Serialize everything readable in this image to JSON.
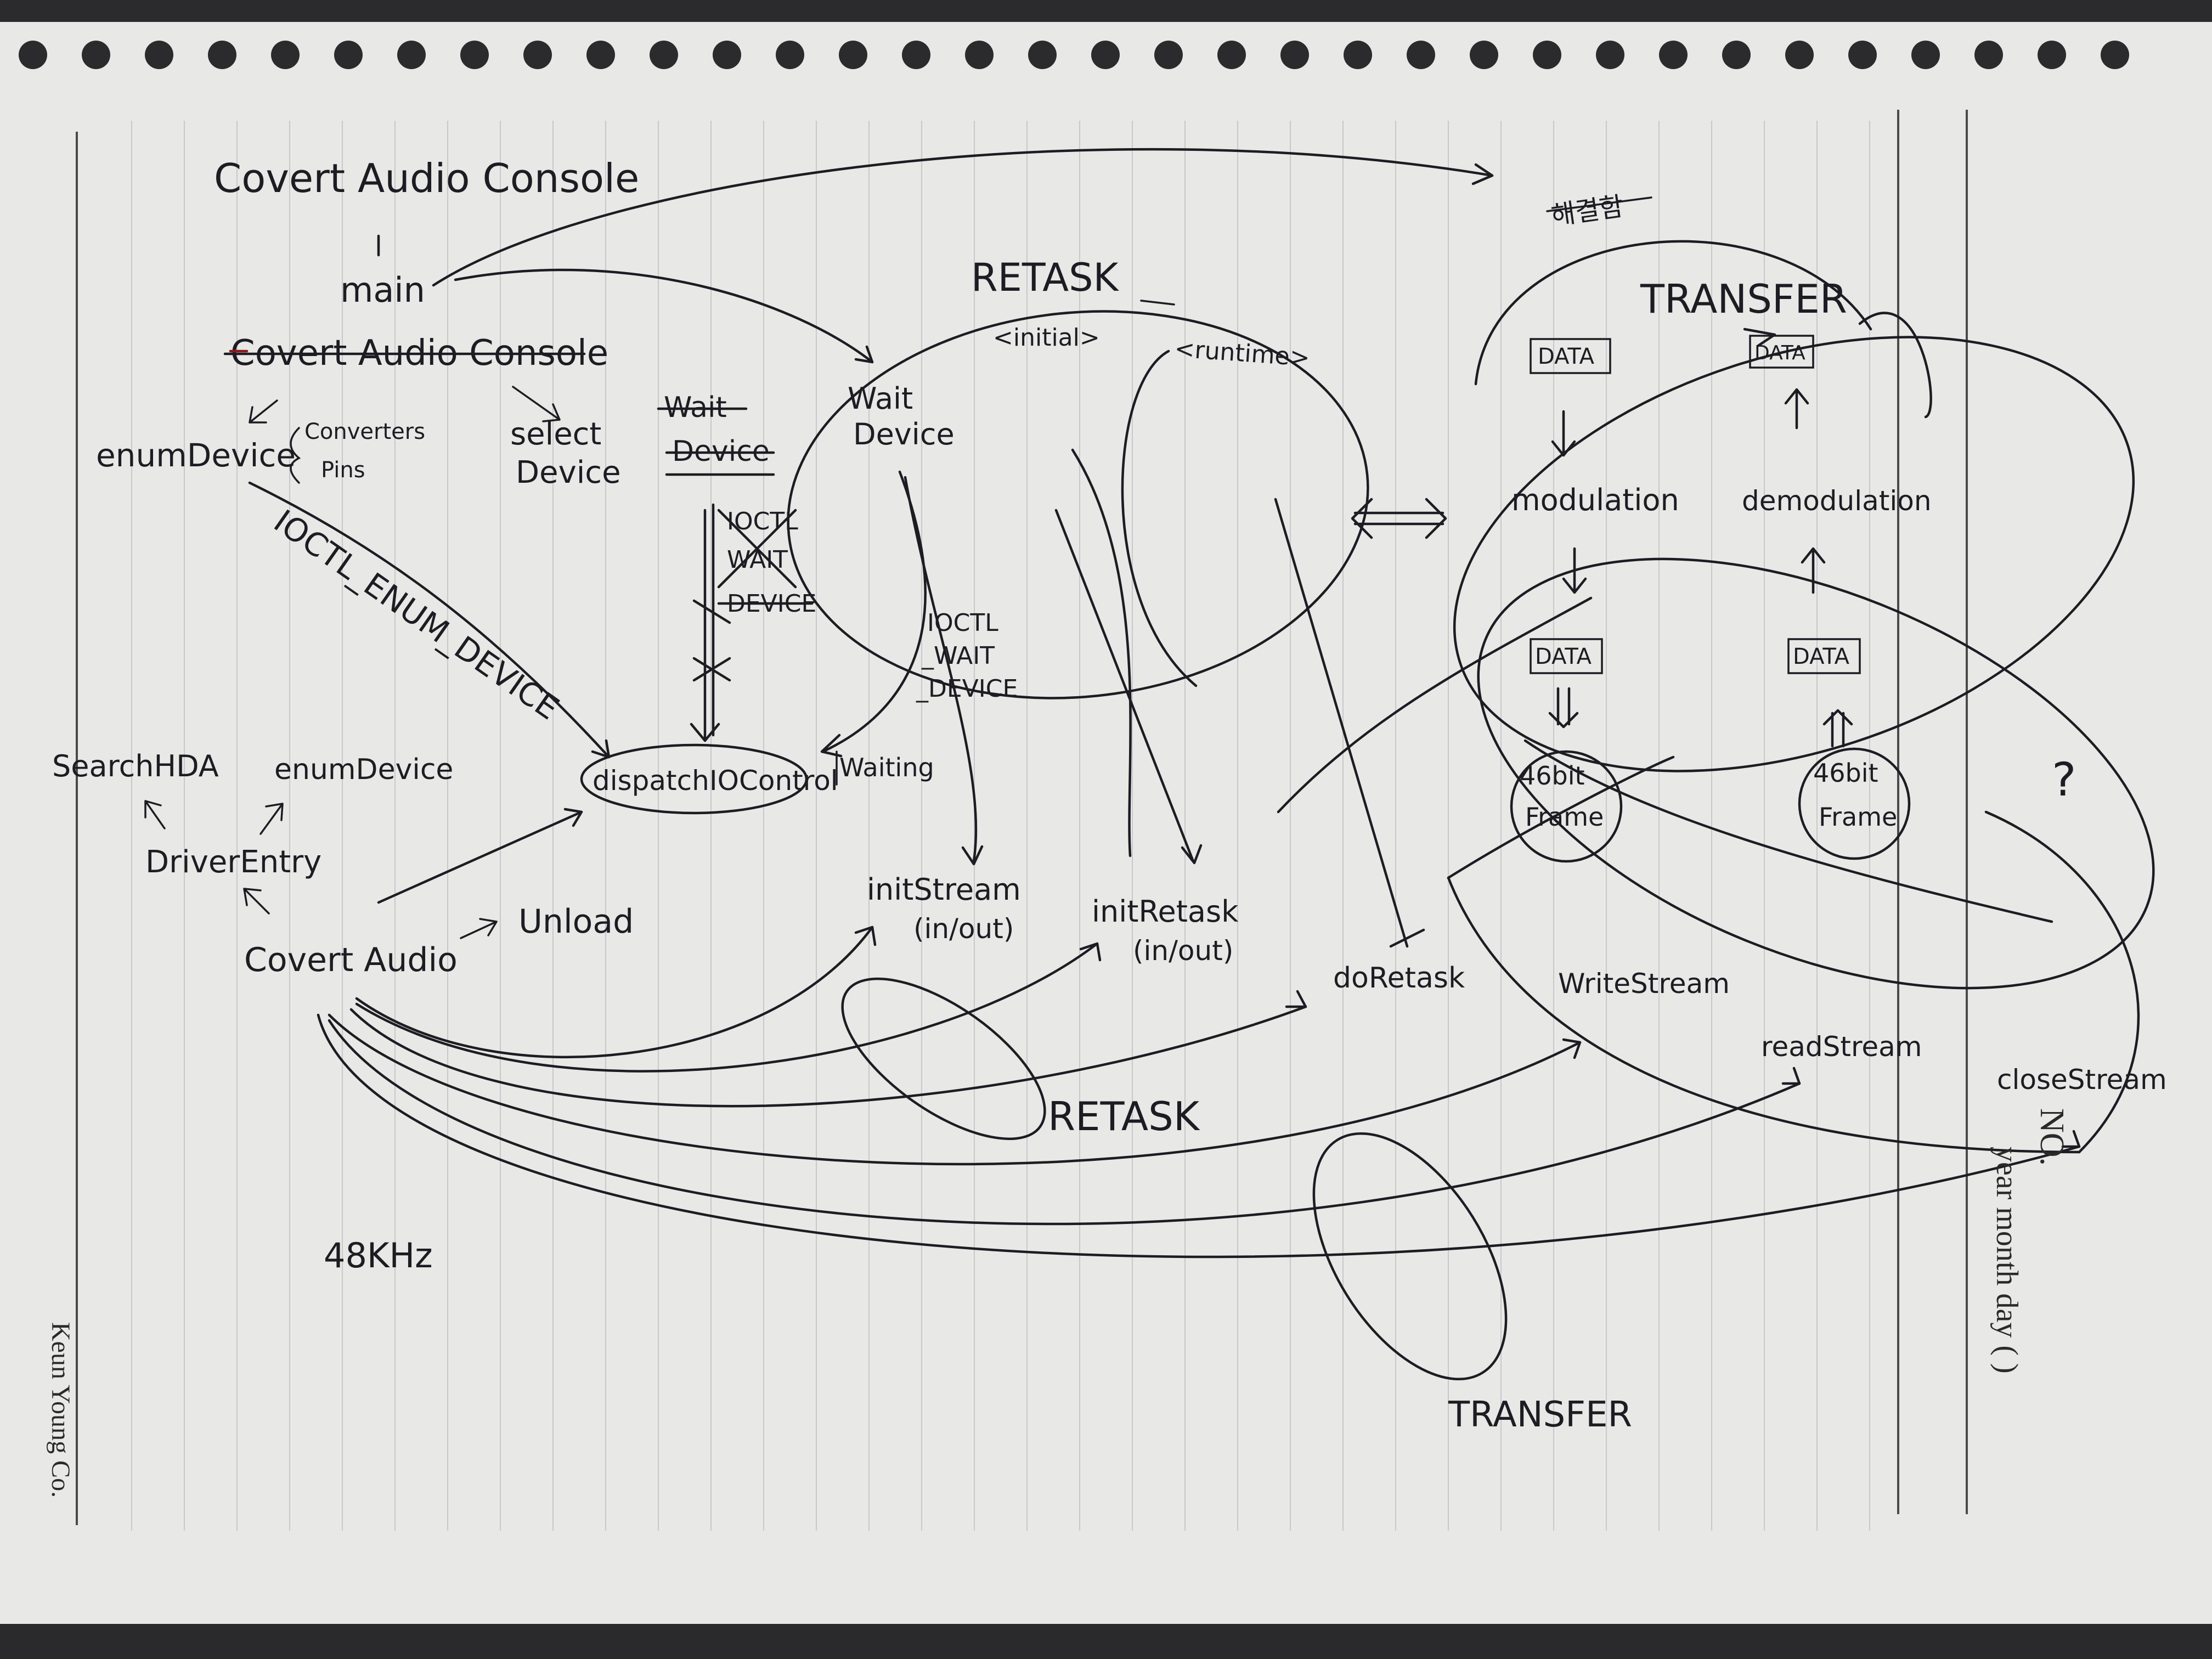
{
  "header_note": "Covert Audio Console",
  "struck_note": "Covert Audio Console",
  "main_label": "main",
  "enum_device": "enumDevice",
  "converters_label": "Converters",
  "pins_label": "Pins",
  "select_device": [
    "select",
    "Device"
  ],
  "wait_device_struck": [
    "Wait",
    "Device"
  ],
  "ioctl_enum_device": "IOCTL_ENUM_DEVICE",
  "ioctl_wait_device_struck": [
    "IOCTL",
    "WAIT",
    "DEVICE"
  ],
  "search_hda": "SearchHDA",
  "enum_device_2": "enumDevice",
  "driver_entry": "DriverEntry",
  "covert_audio": "Covert Audio",
  "unload": "Unload",
  "dispatch_io_control": "dispatchIOControl",
  "waiting": "Waiting",
  "retask_title": "RETASK",
  "initial_tag": "<initial>",
  "runtime_tag": "<runtime>",
  "wait_device": [
    "Wait",
    "Device"
  ],
  "ioctl_wait_device": [
    "IOCTL",
    "_WAIT",
    "_DEVICE"
  ],
  "init_stream": [
    "initStream",
    "(in/out)"
  ],
  "init_retask": [
    "initRetask",
    "(in/out)"
  ],
  "do_retask": "doRetask",
  "retask_label": "RETASK",
  "sample_rate": "48KHz",
  "transfer_title": "TRANSFER",
  "transfer_struck_note": "해결함",
  "data_label": "DATA",
  "modulation": "modulation",
  "demodulation": "demodulation",
  "frame_46bit": [
    "46bit",
    "Frame"
  ],
  "write_stream": "WriteStream",
  "read_stream": "readStream",
  "close_stream": "closeStream",
  "transfer_label": "TRANSFER",
  "question_mark": "?",
  "margin_no": "NO.",
  "margin_date": "year month day (   )",
  "brand": "Keun Young Co."
}
